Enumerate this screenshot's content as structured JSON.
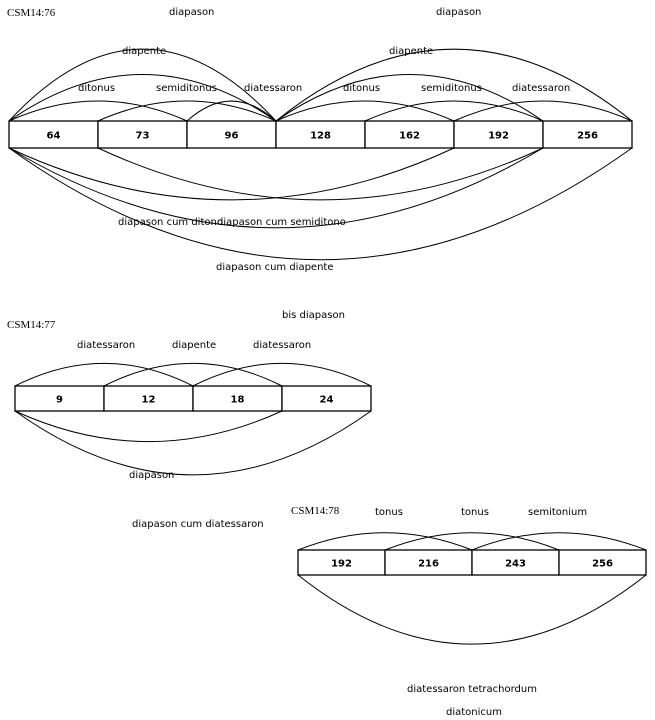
{
  "figures": [
    {
      "id": "CSM14:76",
      "values": [
        "64",
        "73",
        "96",
        "128",
        "162",
        "192",
        "256"
      ],
      "upper_arcs": [
        {
          "label": "diapason",
          "from": 0,
          "to": 3
        },
        {
          "label": "diapason",
          "from": 3,
          "to": 7
        },
        {
          "label": "diapente",
          "from": 0,
          "to": 3
        },
        {
          "label": "diapente",
          "from": 3,
          "to": 6
        },
        {
          "label": "ditonus",
          "from": 0,
          "to": 2
        },
        {
          "label": "semiditonus",
          "from": 1,
          "to": 3
        },
        {
          "label": "diatessaron",
          "from": 2,
          "to": 3
        },
        {
          "label": "ditonus",
          "from": 3,
          "to": 5
        },
        {
          "label": "semiditonus",
          "from": 4,
          "to": 6
        },
        {
          "label": "diatessaron",
          "from": 5,
          "to": 7
        }
      ],
      "lower_arcs": [
        {
          "label": "diapason cum ditono",
          "from": 0,
          "to": 5
        },
        {
          "label": "diapason cum semiditono",
          "from": 1,
          "to": 6
        },
        {
          "label": "diapason cum diapente",
          "from": 0,
          "to": 6
        },
        {
          "label": "bis diapason",
          "from": 0,
          "to": 7
        }
      ]
    },
    {
      "id": "CSM14:77",
      "values": [
        "9",
        "12",
        "18",
        "24"
      ],
      "upper_arcs": [
        {
          "label": "diatessaron",
          "from": 0,
          "to": 2
        },
        {
          "label": "diapente",
          "from": 1,
          "to": 3
        },
        {
          "label": "diatessaron",
          "from": 2,
          "to": 4
        }
      ],
      "lower_arcs": [
        {
          "label": "diapason",
          "from": 0,
          "to": 3
        },
        {
          "label": "diapason cum diatessaron",
          "from": 0,
          "to": 4
        }
      ]
    },
    {
      "id": "CSM14:78",
      "values": [
        "192",
        "216",
        "243",
        "256"
      ],
      "upper_arcs": [
        {
          "label": "tonus",
          "from": 0,
          "to": 2
        },
        {
          "label": "tonus",
          "from": 1,
          "to": 3
        },
        {
          "label": "semitonium",
          "from": 2,
          "to": 4
        }
      ],
      "lower_arcs": [
        {
          "label": "diatessaron tetrachordum",
          "label2": "diatonicum",
          "from": 0,
          "to": 4
        }
      ]
    }
  ]
}
